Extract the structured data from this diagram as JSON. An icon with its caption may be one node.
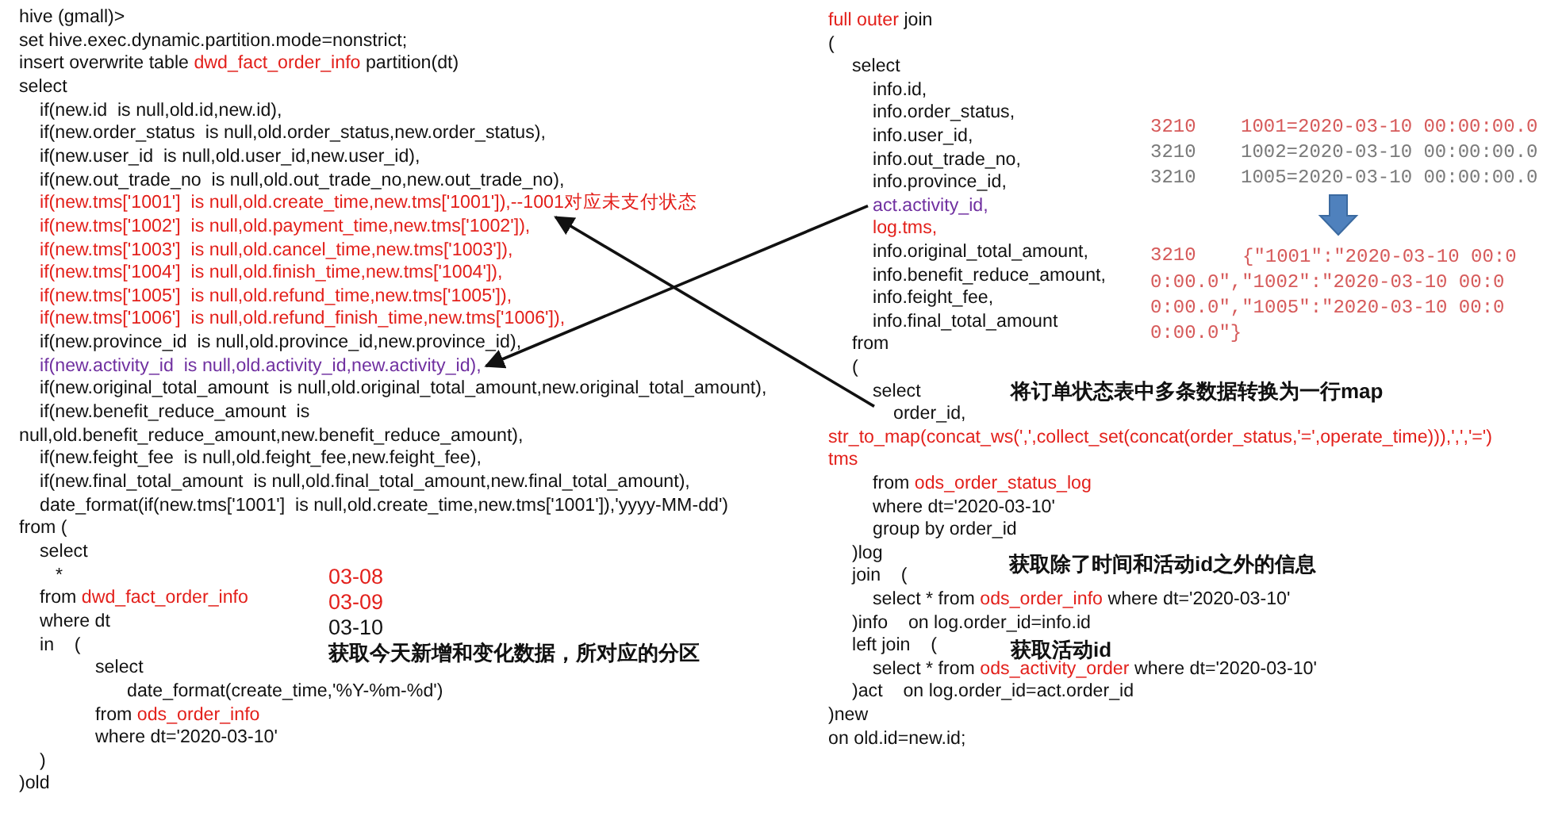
{
  "diagram": {
    "nodes": [
      {
        "text": [
          "if(new.tms['1002']  is null,old.payment_time,new.tms['1002']),"
        ]
      },
      {
        "text": [
          "if(new.activity_id  is null,old.activity_id,new.activity_id),"
        ]
      },
      {
        "text": [
          "act.activity_id,"
        ]
      },
      {
        "text": [
          "order_id,"
        ]
      }
    ],
    "edges": [
      {
        "from": 2,
        "to": 1,
        "arrow": "to"
      },
      {
        "from": 3,
        "to": 0,
        "arrow": "to"
      }
    ],
    "labels": [
      "hive (gmall)>",
      "set hive.exec.dynamic.partition.mode=nonstrict;",
      "insert overwrite table",
      "dwd_fact_order_info",
      "partition(dt)",
      "select",
      "if(new.id  is null,old.id,new.id),",
      "if(new.order_status  is null,old.order_status,new.order_status),",
      "if(new.user_id  is null,old.user_id,new.user_id),",
      "if(new.out_trade_no  is null,old.out_trade_no,new.out_trade_no),",
      "if(new.tms['1001']  is null,old.create_time,new.tms['1001']),--1001对应未支付状态",
      "if(new.tms['1003']  is null,old.cancel_time,new.tms['1003']),",
      "if(new.tms['1004']  is null,old.finish_time,new.tms['1004']),",
      "if(new.tms['1005']  is null,old.refund_time,new.tms['1005']),",
      "if(new.tms['1006']  is null,old.refund_finish_time,new.tms['1006']),",
      "if(new.province_id  is null,old.province_id,new.province_id),",
      "if(new.original_total_amount  is null,old.original_total_amount,new.original_total_amount),",
      "if(new.benefit_reduce_amount  is",
      "null,old.benefit_reduce_amount,new.benefit_reduce_amount),",
      "if(new.feight_fee  is null,old.feight_fee,new.feight_fee),",
      "if(new.final_total_amount  is null,old.final_total_amount,new.final_total_amount),",
      "date_format(if(new.tms['1001']  is null,old.create_time,new.tms['1001']),'yyyy-MM-dd')",
      "from (",
      "select",
      "*",
      "from",
      "dwd_fact_order_info",
      "where dt",
      "in    (",
      "select",
      "date_format(create_time,'%Y-%m-%d')",
      "from",
      "ods_order_info",
      "where dt='2020-03-10'",
      ")",
      ")old",
      "03-08",
      "03-09",
      "03-10",
      "获取今天新增和变化数据，所对应的分区",
      "full outer",
      "join",
      "(",
      "select",
      "info.id,",
      "info.order_status,",
      "info.user_id,",
      "info.out_trade_no,",
      "info.province_id,",
      "log.tms,",
      "info.original_total_amount,",
      "info.benefit_reduce_amount,",
      "info.feight_fee,",
      "info.final_total_amount",
      "from",
      "(",
      "select",
      "str_to_map(concat_ws(',',collect_set(concat(order_status,'=',operate_time))),',','=')",
      "tms",
      "from",
      "ods_order_status_log",
      "where dt='2020-03-10'",
      "group by order_id",
      ")log",
      "join    (",
      "select * from",
      "ods_order_info",
      "where dt='2020-03-10'",
      ")info    on log.order_id=info.id",
      "left join    (",
      "select * from",
      "ods_activity_order",
      "where dt='2020-03-10'",
      ")act    on log.order_id=act.order_id",
      ")new",
      "on old.id=new.id;",
      "3210",
      "1001=2020-03-10 00:00:00.0",
      "3210",
      "1002=2020-03-10 00:00:00.0",
      "3210",
      "1005=2020-03-10 00:00:00.0",
      "3210",
      "{\"1001\":\"2020-03-10 00:00:00.0\",\"1002\":\"2020-03-10  00:00:00.0\",\"1005\":\"2020-03-10 00:00:00.0\"}",
      "将订单状态表中多条数据转换为一行map",
      "获取除了时间和活动id之外的信息",
      "获取活动id"
    ]
  }
}
